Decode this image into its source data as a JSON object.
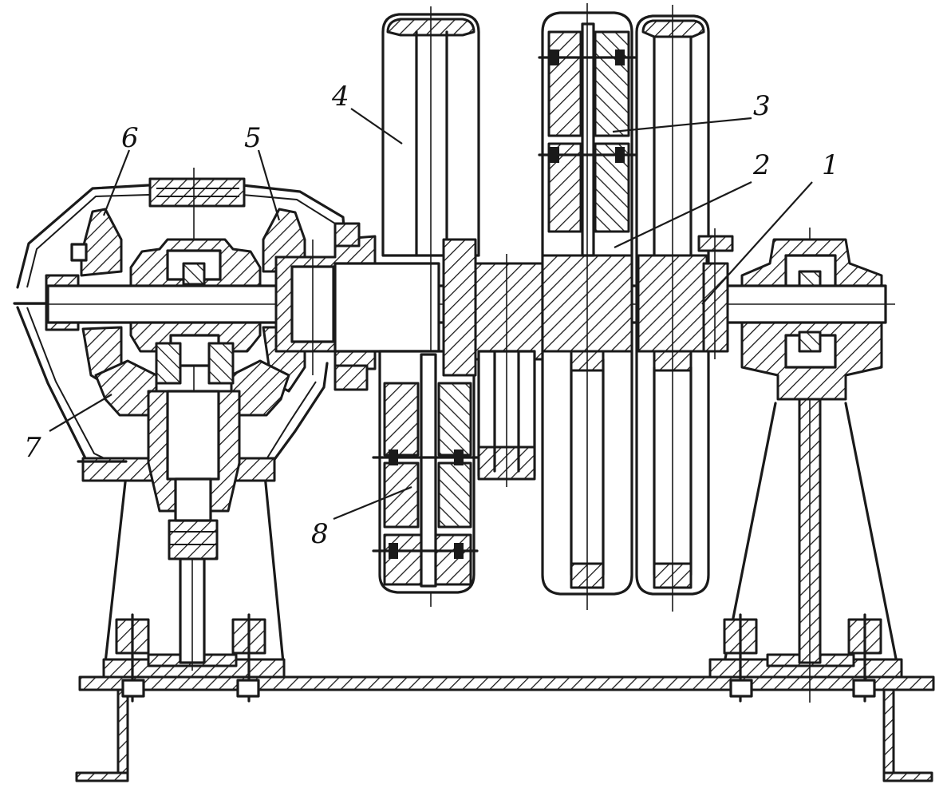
{
  "drawing": {
    "line_color": "#1a1a1a",
    "background": "#ffffff",
    "labels": [
      {
        "id": "1",
        "text": "1"
      },
      {
        "id": "2",
        "text": "2"
      },
      {
        "id": "3",
        "text": "3"
      },
      {
        "id": "4",
        "text": "4"
      },
      {
        "id": "5",
        "text": "5"
      },
      {
        "id": "6",
        "text": "6"
      },
      {
        "id": "7",
        "text": "7"
      },
      {
        "id": "8",
        "text": "8"
      }
    ]
  }
}
